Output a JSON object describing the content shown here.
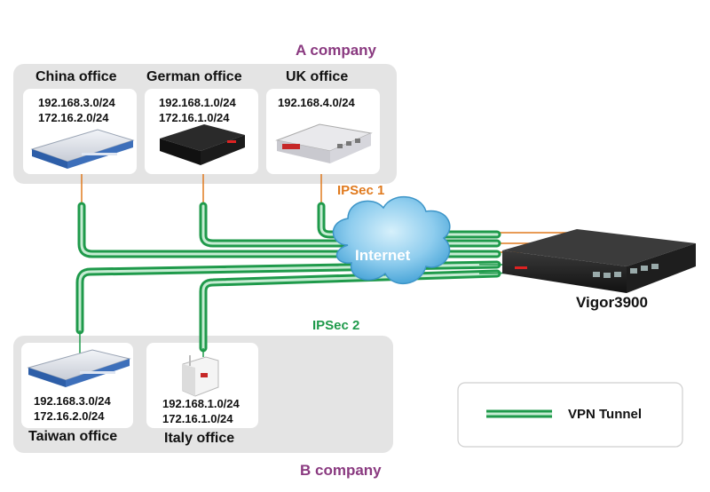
{
  "companies": {
    "a": "A company",
    "b": "B company"
  },
  "offices": {
    "china": {
      "name": "China office",
      "net1": "192.168.3.0/24",
      "net2": "172.16.2.0/24"
    },
    "german": {
      "name": "German office",
      "net1": "192.168.1.0/24",
      "net2": "172.16.1.0/24"
    },
    "uk": {
      "name": "UK office",
      "net1": "192.168.4.0/24"
    },
    "taiwan": {
      "name": "Taiwan office",
      "net1": "192.168.3.0/24",
      "net2": "172.16.2.0/24"
    },
    "italy": {
      "name": "Italy office",
      "net1": "192.168.1.0/24",
      "net2": "172.16.1.0/24"
    }
  },
  "internet": "Internet",
  "ipsec1": "IPSec 1",
  "ipsec2": "IPSec 2",
  "hub": "Vigor3900",
  "legend": {
    "label": "VPN Tunnel"
  },
  "colors": {
    "tunnel": "#1f9a4b",
    "tunnel_light": "#bfe8cc",
    "ipsec1": "#e07a1e",
    "ipsec2": "#1f9a4b",
    "company": "#8a3a80",
    "cloud": "#7cc4ea",
    "panel": "#e3e3e3"
  }
}
